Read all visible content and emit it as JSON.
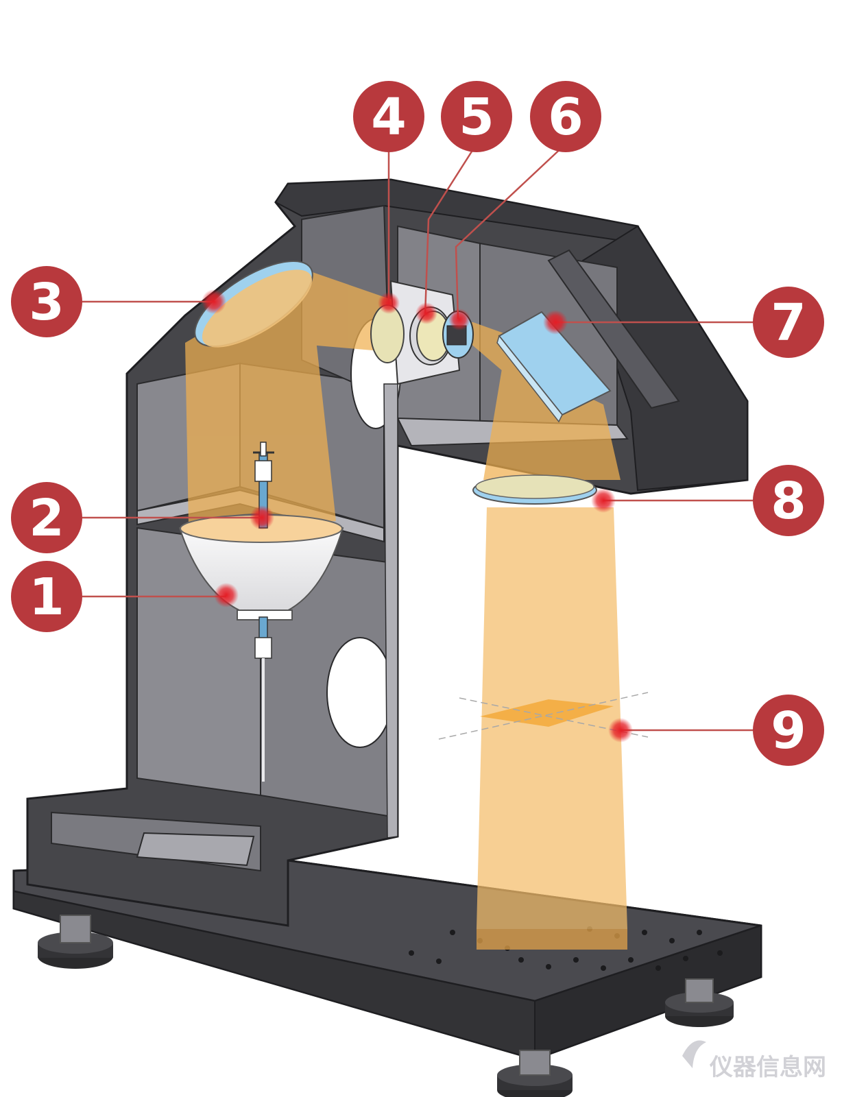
{
  "callouts": [
    {
      "id": "1",
      "label": "1"
    },
    {
      "id": "2",
      "label": "2"
    },
    {
      "id": "3",
      "label": "3"
    },
    {
      "id": "4",
      "label": "4"
    },
    {
      "id": "5",
      "label": "5"
    },
    {
      "id": "6",
      "label": "6"
    },
    {
      "id": "7",
      "label": "7"
    },
    {
      "id": "8",
      "label": "8"
    },
    {
      "id": "9",
      "label": "9"
    }
  ],
  "watermark": {
    "text": "仪器信息网",
    "icon": "brand-logo-icon"
  },
  "colors": {
    "callout_red": "#b8393d",
    "leader_line": "#c0504d",
    "hotspot": "#e0202a",
    "frame_dark": "#454549",
    "frame_light": "#8c8c92",
    "beam": "#f4b65a",
    "glass_blue": "#9fd1ee"
  }
}
